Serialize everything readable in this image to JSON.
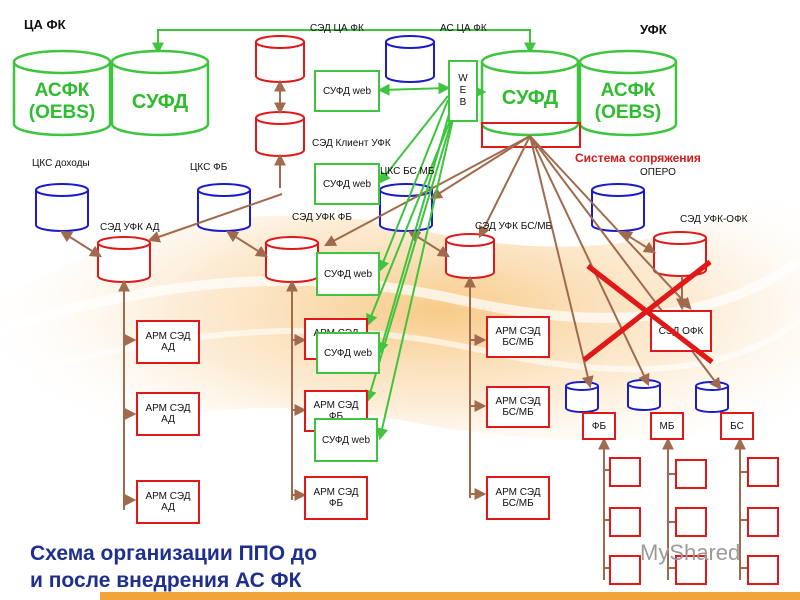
{
  "headers": {
    "left": "ЦА ФК",
    "right": "УФК"
  },
  "top_labels": {
    "sed_ca_fk": "СЭД ЦА ФК",
    "as_ca_fk": "АС ЦА ФК"
  },
  "main_cylinders": {
    "asfk_left": [
      "АСФК",
      "(OEBS)"
    ],
    "sufd_left": "СУФД",
    "sufd_right": "СУФД",
    "asfk_right": [
      "АСФК",
      "(OEBS)"
    ]
  },
  "web_letters": [
    "W",
    "E",
    "B"
  ],
  "labels": {
    "sed_client_ufk": "СЭД Клиент УФК",
    "sistema": "Система сопряжения",
    "opero": "ОПЕРО",
    "cks_dohody": "ЦКС доходы",
    "cks_fb": "ЦКС ФБ",
    "cks_bs_mb": "ЦКС БС МБ",
    "sed_ufk_ad": "СЭД УФК АД",
    "sed_ufk_fb": "СЭД УФК ФБ",
    "sed_ufk_bs_mb": "СЭД УФК БС/МБ",
    "sed_ufk_ofk": "СЭД УФК-ОФК"
  },
  "sufd_web": [
    "СУФД web",
    "СУФД web",
    "СУФД web",
    "СУФД web",
    "СУФД web"
  ],
  "arm": {
    "ad": [
      "АРМ СЭД АД",
      "АРМ СЭД АД",
      "АРМ СЭД АД"
    ],
    "fb": [
      "АРМ СЭД ФБ",
      "АРМ СЭД ФБ",
      "АРМ СЭД ФБ"
    ],
    "bs": [
      "АРМ СЭД БС/МБ",
      "АРМ СЭД БС/МБ",
      "АРМ СЭД БС/МБ"
    ]
  },
  "sed_ofk": "СЭД ОФК",
  "bottom_labels": [
    "ФБ",
    "МБ",
    "БС"
  ],
  "title": [
    "Схема организации ППО до",
    "и после внедрения АС ФК"
  ],
  "watermark": "MyShared",
  "colors": {
    "green": "#3ec43e",
    "red": "#e01818",
    "blue": "#1b1bcc",
    "brown": "#a06a4e",
    "title": "#1f2f8f",
    "orange": "#f2a33a"
  }
}
